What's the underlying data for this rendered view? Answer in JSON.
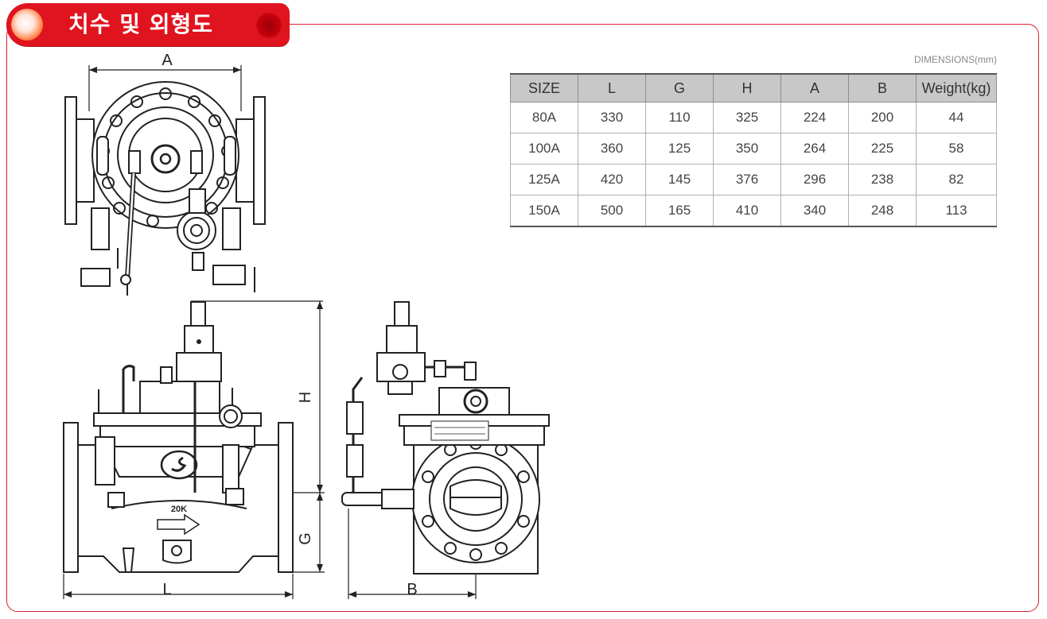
{
  "section": {
    "title": "치수 및 외형도"
  },
  "table": {
    "caption": "DIMENSIONS(mm)",
    "headers": [
      "SIZE",
      "L",
      "G",
      "H",
      "A",
      "B",
      "Weight(kg)"
    ],
    "rows": [
      [
        "80A",
        "330",
        "110",
        "325",
        "224",
        "200",
        "44"
      ],
      [
        "100A",
        "360",
        "125",
        "350",
        "264",
        "225",
        "58"
      ],
      [
        "125A",
        "420",
        "145",
        "376",
        "296",
        "238",
        "82"
      ],
      [
        "150A",
        "500",
        "165",
        "410",
        "340",
        "248",
        "113"
      ]
    ]
  },
  "drawing": {
    "label_a": "A",
    "label_h": "H",
    "label_g": "G",
    "label_l": "L",
    "label_b": "B",
    "body_mark": "20K"
  },
  "colors": {
    "accent": "#e0141e",
    "frame": "#d9202b",
    "header_bg": "#c8c8c8"
  }
}
